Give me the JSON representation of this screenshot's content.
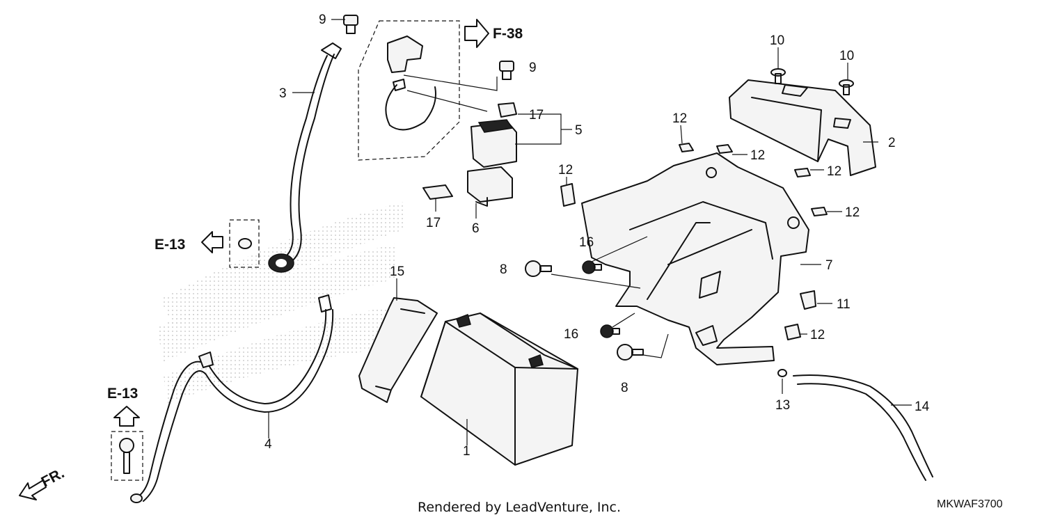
{
  "callouts": {
    "c1": "1",
    "c2": "2",
    "c3": "3",
    "c4": "4",
    "c5": "5",
    "c6": "6",
    "c7": "7",
    "c8a": "8",
    "c8b": "8",
    "c9a": "9",
    "c9b": "9",
    "c10a": "10",
    "c10b": "10",
    "c11": "11",
    "c12a": "12",
    "c12b": "12",
    "c12c": "12",
    "c12d": "12",
    "c12e": "12",
    "c12f": "12",
    "c13": "13",
    "c14": "14",
    "c15": "15",
    "c16a": "16",
    "c16b": "16",
    "c17a": "17",
    "c17b": "17"
  },
  "references": {
    "f38": "F-38",
    "e13_left": "E-13",
    "e13_bottom": "E-13",
    "front": "FR."
  },
  "footer": {
    "rendered_by": "Rendered by LeadVenture, Inc.",
    "diagram_code": "MKWAF3700"
  },
  "colors": {
    "line": "#111111",
    "background": "#ffffff",
    "watermark": "#d8d8d8"
  }
}
